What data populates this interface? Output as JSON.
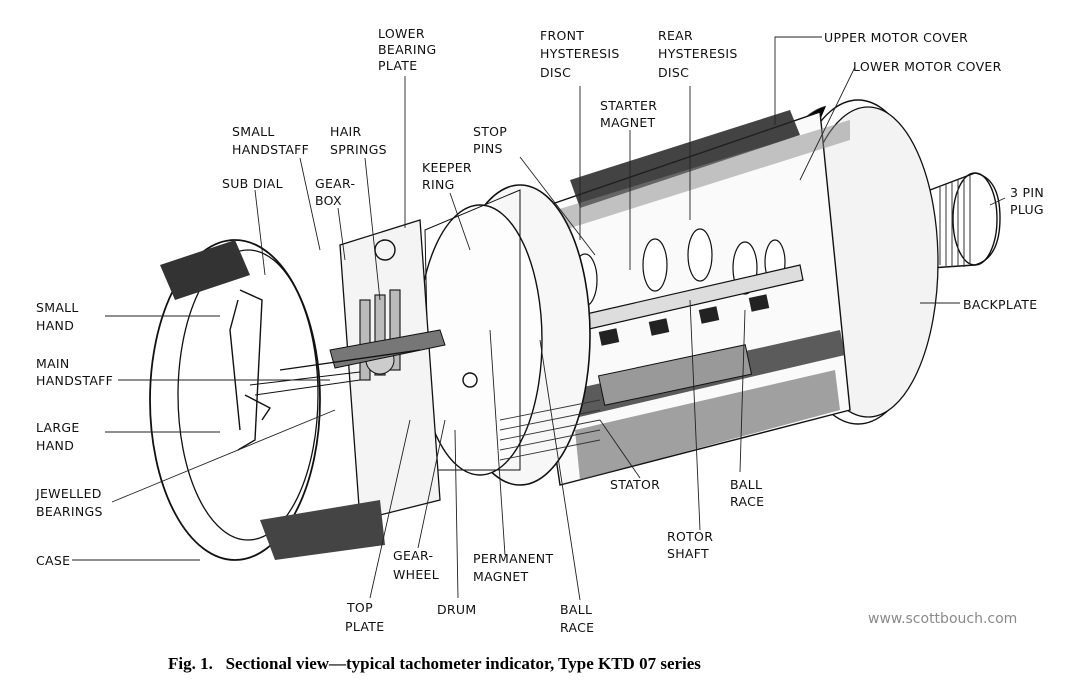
{
  "labels": {
    "lower_bearing_plate": [
      "LOWER",
      "BEARING",
      "PLATE"
    ],
    "front_hysteresis_disc": [
      "FRONT",
      "HYSTERESIS",
      "DISC"
    ],
    "rear_hysteresis_disc": [
      "REAR",
      "HYSTERESIS",
      "DISC"
    ],
    "upper_motor_cover": "UPPER MOTOR COVER",
    "lower_motor_cover": "LOWER MOTOR COVER",
    "starter_magnet": [
      "STARTER",
      "MAGNET"
    ],
    "small_handstaff": [
      "SMALL",
      "HANDSTAFF"
    ],
    "hair_springs": [
      "HAIR",
      "SPRINGS"
    ],
    "stop_pins": [
      "STOP",
      "PINS"
    ],
    "keeper_ring": [
      "KEEPER",
      "RING"
    ],
    "sub_dial": "SUB DIAL",
    "gear_box": [
      "GEAR-",
      "BOX"
    ],
    "three_pin_plug": [
      "3 PIN",
      "PLUG"
    ],
    "small_hand": [
      "SMALL",
      "HAND"
    ],
    "back_plate": "BACKPLATE",
    "main_handstaff": [
      "MAIN",
      "HANDSTAFF"
    ],
    "large_hand": [
      "LARGE",
      "HAND"
    ],
    "jewelled_bearings": [
      "JEWELLED",
      "BEARINGS"
    ],
    "stator": "STATOR",
    "ball_race_right": [
      "BALL",
      "RACE"
    ],
    "rotor_shaft": [
      "ROTOR",
      "SHAFT"
    ],
    "case": "CASE",
    "gear_wheel": [
      "GEAR-",
      "WHEEL"
    ],
    "permanent_magnet": [
      "PERMANENT",
      "MAGNET"
    ],
    "top_plate": [
      "TOP",
      "PLATE"
    ],
    "drum": "DRUM",
    "ball_race_bottom": [
      "BALL",
      "RACE"
    ]
  },
  "watermark": "www.scottbouch.com",
  "caption": "Fig. 1.   Sectional view—typical tachometer indicator, Type KTD 07 series"
}
